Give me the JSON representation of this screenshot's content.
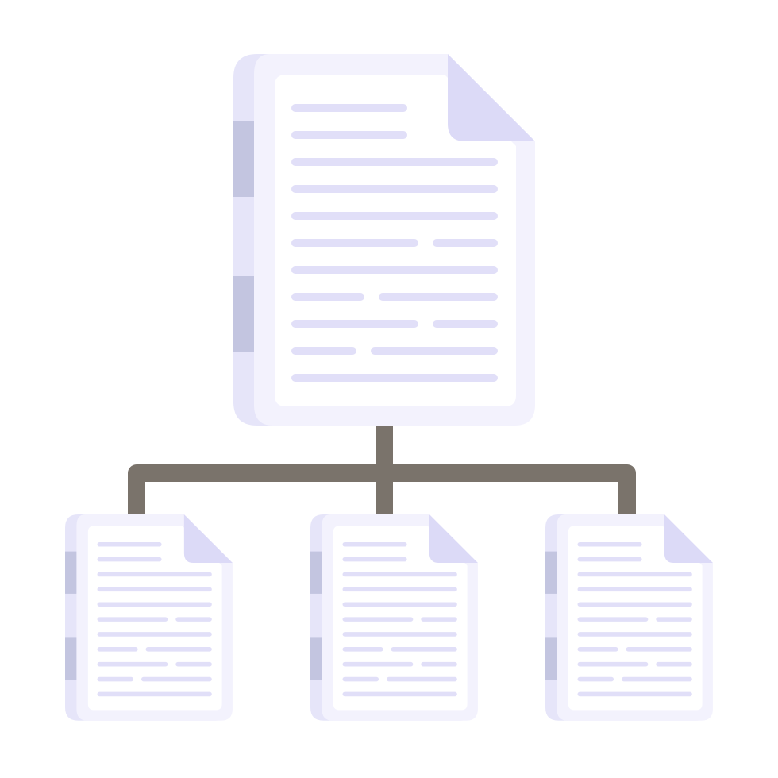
{
  "illustration": {
    "subject": "document-hierarchy-icon",
    "documents": [
      {
        "role": "parent",
        "icon": "document-icon"
      },
      {
        "role": "child",
        "icon": "document-icon"
      },
      {
        "role": "child",
        "icon": "document-icon"
      },
      {
        "role": "child",
        "icon": "document-icon"
      }
    ]
  },
  "colors": {
    "background": "#ffffff",
    "page_back": "#e6e5f9",
    "page_front": "#f3f2fd",
    "page_inner": "#ffffff",
    "fold": "#dcdaf7",
    "text_line": "#e1dff8",
    "binding": "#c3c5e0",
    "connector": "#7a736b"
  }
}
